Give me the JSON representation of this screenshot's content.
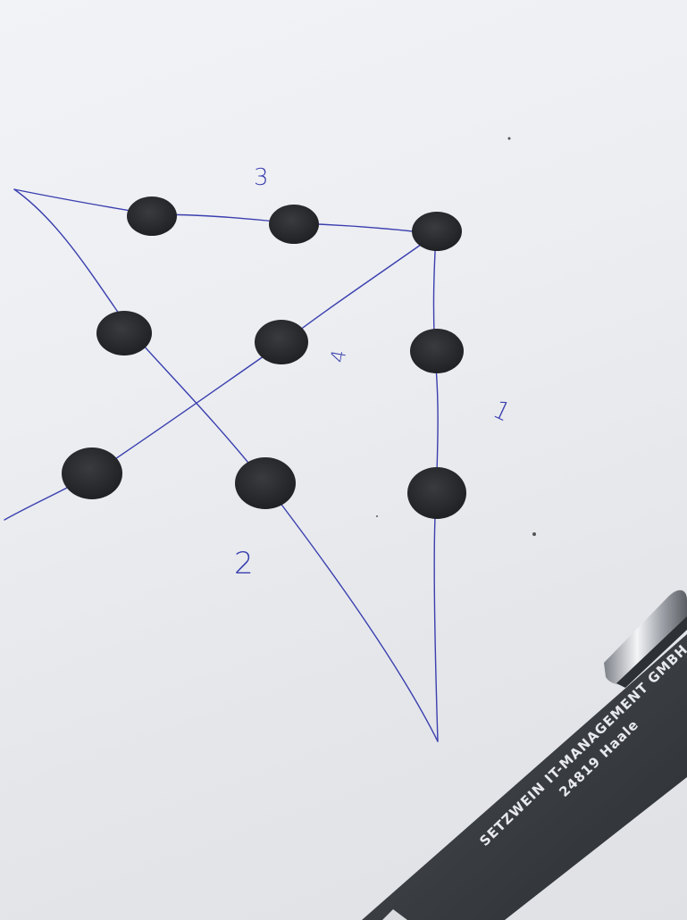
{
  "photo": {
    "paper_color": "#eceef2",
    "ink_color": "#3a3fae",
    "dot_color": "#2b2c2f"
  },
  "step_labels": {
    "one": "1",
    "two": "2",
    "three": "3",
    "four": "4"
  },
  "pen": {
    "imprint_line1": "SETZWEIN IT-MANAGEMENT GMBH",
    "imprint_line2": "24819 Haale",
    "body_color": "#3b3f44"
  }
}
